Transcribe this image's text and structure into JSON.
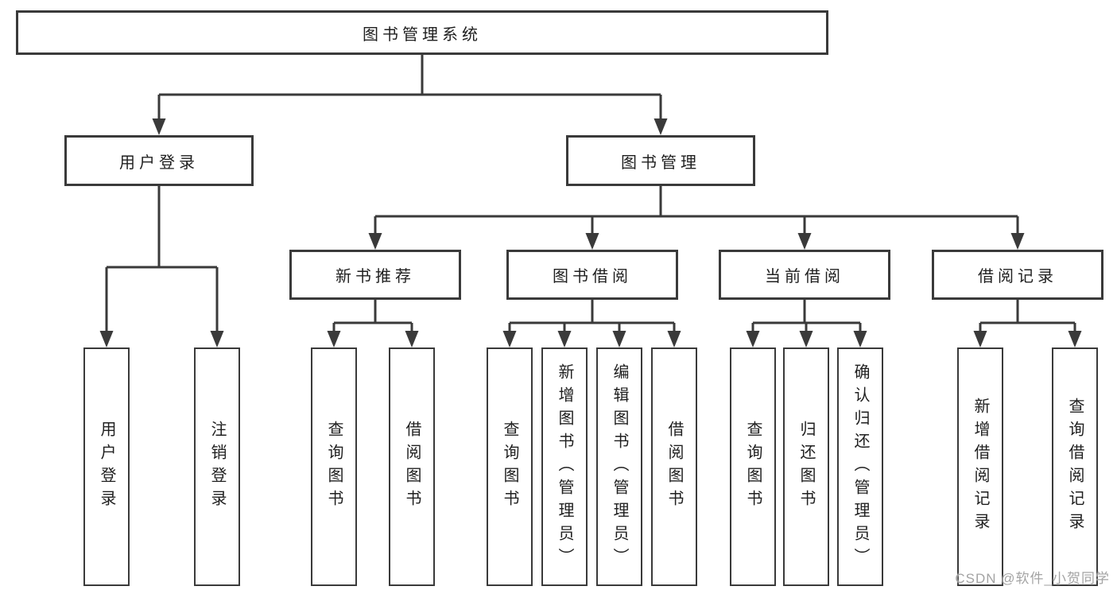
{
  "diagram": {
    "root": {
      "label": "图书管理系统"
    },
    "branches": [
      {
        "label": "用户登录",
        "children": [
          {
            "label": "用户登录"
          },
          {
            "label": "注销登录"
          }
        ]
      },
      {
        "label": "图书管理",
        "children": [
          {
            "label": "新书推荐",
            "children": [
              {
                "label": "查询图书"
              },
              {
                "label": "借阅图书"
              }
            ]
          },
          {
            "label": "图书借阅",
            "children": [
              {
                "label": "查询图书"
              },
              {
                "label": "新增图书（管理员）"
              },
              {
                "label": "编辑图书（管理员）"
              },
              {
                "label": "借阅图书"
              }
            ]
          },
          {
            "label": "当前借阅",
            "children": [
              {
                "label": "查询图书"
              },
              {
                "label": "归还图书"
              },
              {
                "label": "确认归还（管理员）"
              }
            ]
          },
          {
            "label": "借阅记录",
            "children": [
              {
                "label": "新增借阅记录"
              },
              {
                "label": "查询借阅记录"
              }
            ]
          }
        ]
      }
    ]
  },
  "watermark": {
    "text": "CSDN @软件_小贺同学"
  },
  "colors": {
    "line": "#3a3a3a",
    "box_border": "#3a3a3a",
    "text": "#1f1f1f",
    "watermark": "#9e9e9e"
  }
}
